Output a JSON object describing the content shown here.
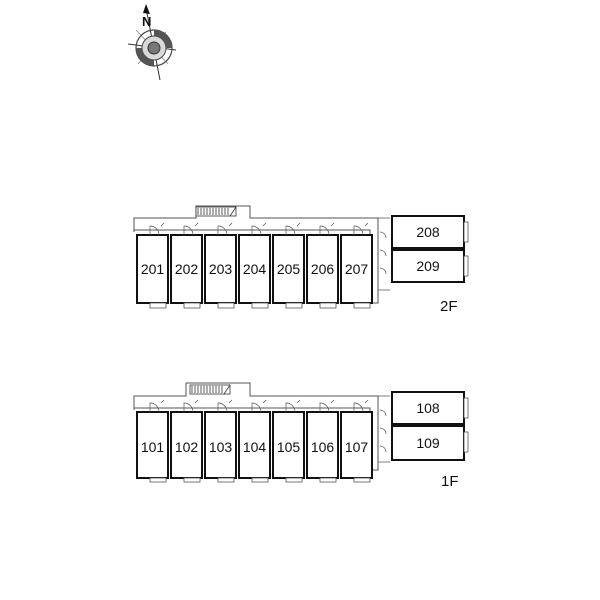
{
  "compass": {
    "north_label": "N"
  },
  "floors": [
    {
      "label": "2F",
      "units_main": [
        "201",
        "202",
        "203",
        "204",
        "205",
        "206",
        "207"
      ],
      "units_side": [
        "208",
        "209"
      ]
    },
    {
      "label": "1F",
      "units_main": [
        "101",
        "102",
        "103",
        "104",
        "105",
        "106",
        "107"
      ],
      "units_side": [
        "108",
        "109"
      ]
    }
  ]
}
